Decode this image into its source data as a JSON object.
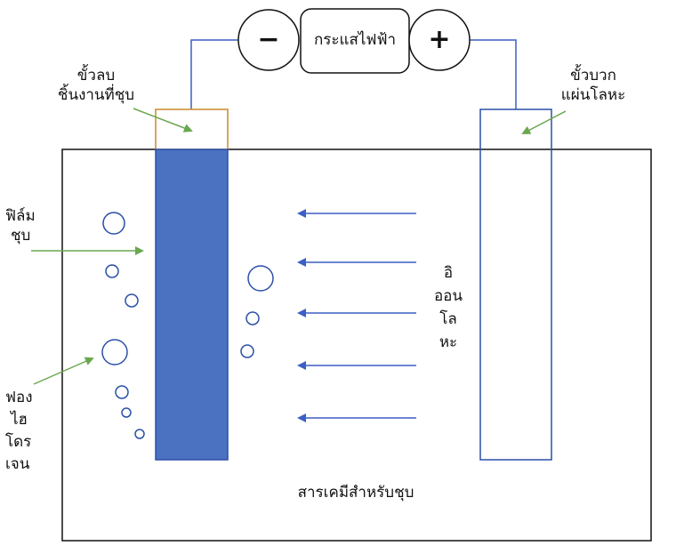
{
  "power_supply": {
    "label": "กระแสไฟฟ้า",
    "negative_sign": "−",
    "positive_sign": "+"
  },
  "labels": {
    "cathode": [
      "ขั้วลบ",
      "ชิ้นงานที่ชุบ"
    ],
    "anode": [
      "ขั้วบวก",
      "แผ่นโลหะ"
    ],
    "film": [
      "ฟิล์ม",
      "ชุบ"
    ],
    "hydrogen": [
      "ฟอง",
      "ไฮ",
      "โดร",
      "เจน"
    ],
    "ions": [
      "อิ",
      "ออน",
      "โล",
      "หะ"
    ],
    "solution": "สารเคมีสำหรับชุบ"
  },
  "colors": {
    "wire": "#3b5fc4",
    "cathode_fill": "#4a72c0",
    "cathode_terminal": "#c98a2b",
    "anode": "#2b4fa8",
    "pointer_arrow": "#6aa84f",
    "ion_arrow": "#3b5fc4",
    "bubble": "#2b4fa8",
    "tank": "#111111"
  }
}
